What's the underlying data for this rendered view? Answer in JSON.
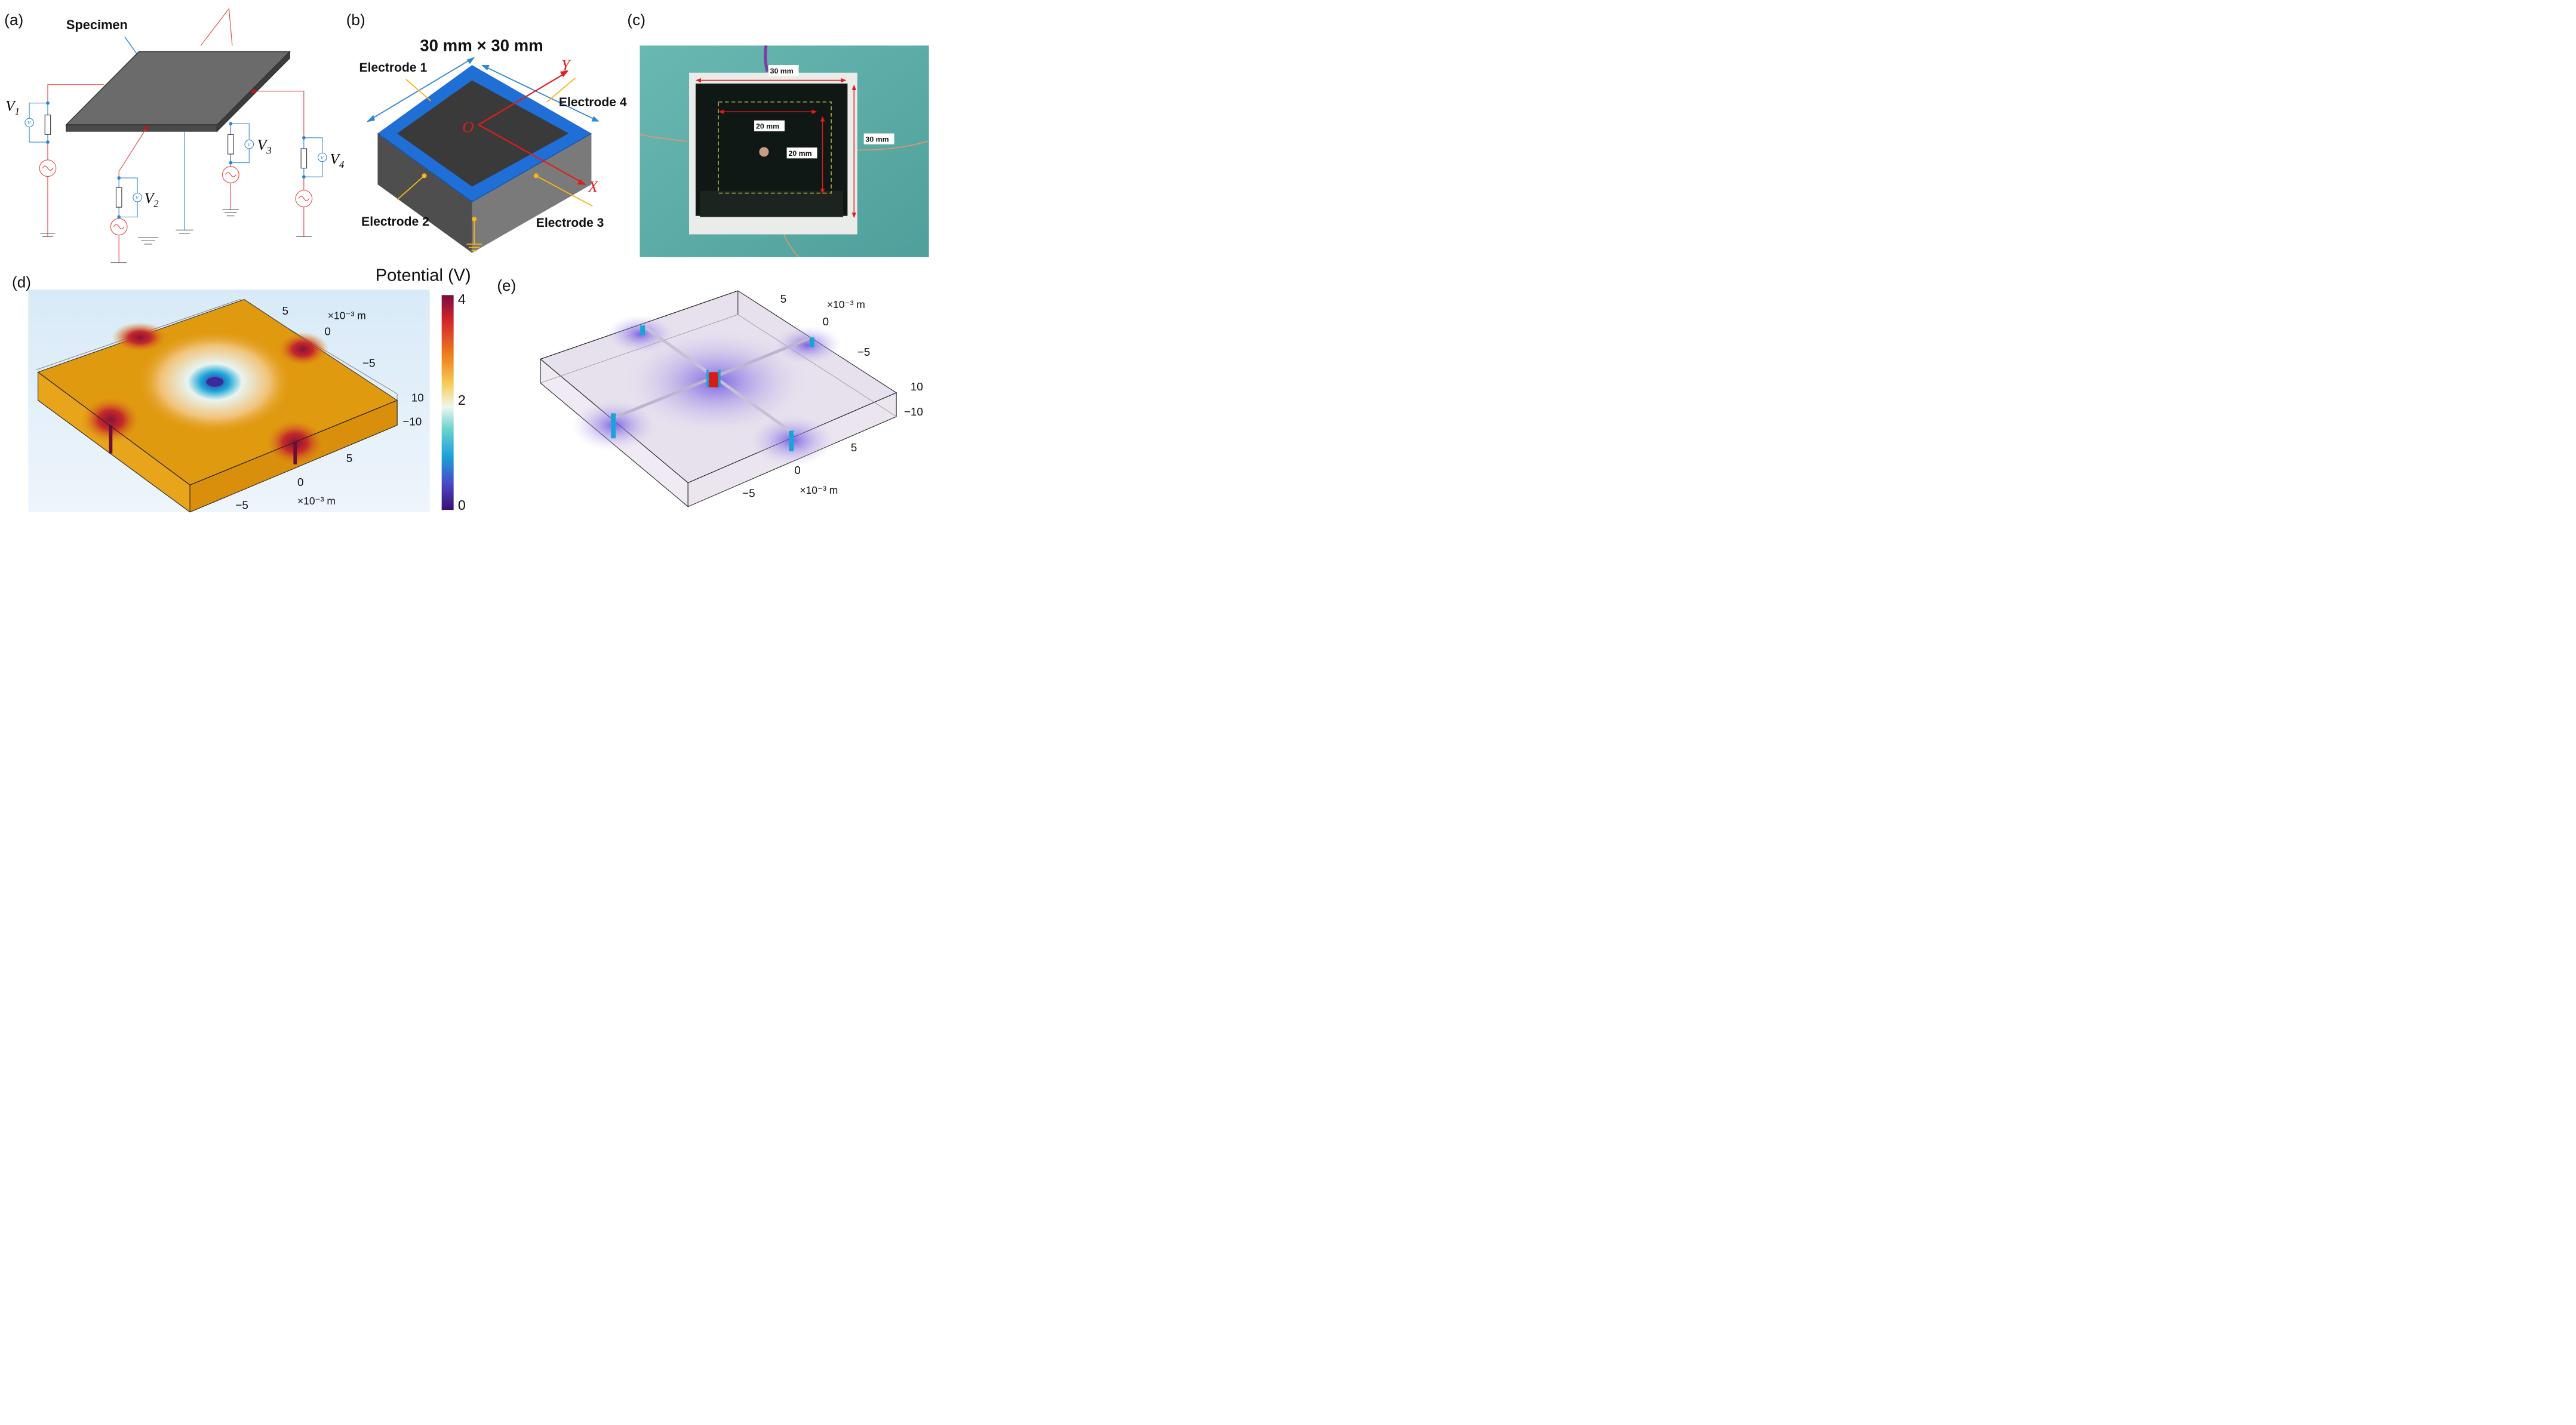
{
  "panels": {
    "a": {
      "label": "(a)",
      "specimen": "Specimen",
      "voltages": [
        {
          "v": "V",
          "sub": "1"
        },
        {
          "v": "V",
          "sub": "2"
        },
        {
          "v": "V",
          "sub": "3"
        },
        {
          "v": "V",
          "sub": "4"
        }
      ],
      "meter_glyph": "V"
    },
    "b": {
      "label": "(b)",
      "dimension": "30 mm × 30 mm",
      "electrodes": [
        "Electrode 1",
        "Electrode 2",
        "Electrode 3",
        "Electrode 4"
      ],
      "axes": {
        "x": "X",
        "y": "Y",
        "o": "O"
      }
    },
    "c": {
      "label": "(c)",
      "dims": [
        "30 mm",
        "30 mm",
        "20 mm",
        "20 mm"
      ]
    },
    "d": {
      "label": "(d)",
      "ticks": [
        "5",
        "0",
        "−5",
        "10",
        "−10",
        "5",
        "0",
        "−5"
      ],
      "unit": "×10⁻³ m"
    },
    "e": {
      "label": "(e)",
      "ticks": [
        "5",
        "0",
        "−5",
        "10",
        "−10",
        "5",
        "0",
        "−5"
      ],
      "unit": "×10⁻³ m"
    }
  },
  "colorbar": {
    "title": "Potential (V)",
    "ticks": [
      "4",
      "2",
      "0"
    ]
  },
  "colors": {
    "blue_electrode": "#1f6fd6",
    "specimen": "#6b6b6b",
    "wire_red": "#e8403a",
    "wire_blue": "#2f86d8",
    "orange_surface": "#e09a10"
  }
}
